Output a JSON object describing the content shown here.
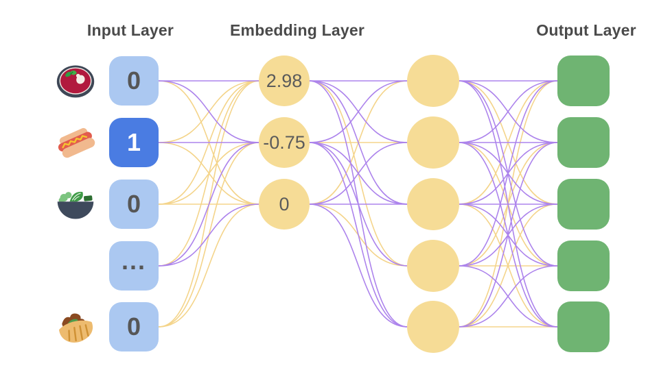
{
  "titles": {
    "input": "Input Layer",
    "embedding": "Embedding Layer",
    "output": "Output Layer"
  },
  "colors": {
    "edge_purple": "#a476ea",
    "edge_yellow": "#f3d07e",
    "node_yellow": "#f6dc96",
    "node_green": "#6fb472",
    "input_blue": "#abc8f1",
    "active_blue": "#4a7ce2",
    "text_gray": "#565656"
  },
  "input_layer": {
    "nodes": [
      {
        "label": "0",
        "icon": "borscht-icon",
        "active": false
      },
      {
        "label": "1",
        "icon": "hotdog-icon",
        "active": true
      },
      {
        "label": "0",
        "icon": "salad-icon",
        "active": false
      },
      {
        "label": "...",
        "icon": null,
        "active": false
      },
      {
        "label": "0",
        "icon": "pita-icon",
        "active": false
      }
    ]
  },
  "embedding_layer": {
    "nodes": [
      {
        "label": "2.98"
      },
      {
        "label": "-0.75"
      },
      {
        "label": "0"
      }
    ]
  },
  "hidden_layer": {
    "count": 5
  },
  "output_layer": {
    "count": 5
  },
  "edges": {
    "legend": {
      "P": "purple",
      "Y": "yellow"
    },
    "input_to_embedding": [
      [
        "P",
        "P",
        "Y"
      ],
      [
        "Y",
        "P",
        "Y"
      ],
      [
        "Y",
        "Y",
        "Y"
      ],
      [
        "Y",
        "P",
        "P"
      ],
      [
        "Y",
        "Y",
        "Y"
      ]
    ],
    "embedding_to_hidden": [
      [
        "P",
        "P",
        "P",
        "Y",
        "P"
      ],
      [
        "P",
        "Y",
        "P",
        "P",
        "P"
      ],
      [
        "Y",
        "P",
        "P",
        "Y",
        "P"
      ]
    ],
    "hidden_to_output": [
      [
        "P",
        "P",
        "Y",
        "P",
        "P"
      ],
      [
        "P",
        "P",
        "P",
        "Y",
        "P"
      ],
      [
        "Y",
        "P",
        "P",
        "P",
        "Y"
      ],
      [
        "P",
        "Y",
        "P",
        "Y",
        "P"
      ],
      [
        "Y",
        "P",
        "Y",
        "P",
        "Y"
      ]
    ]
  }
}
